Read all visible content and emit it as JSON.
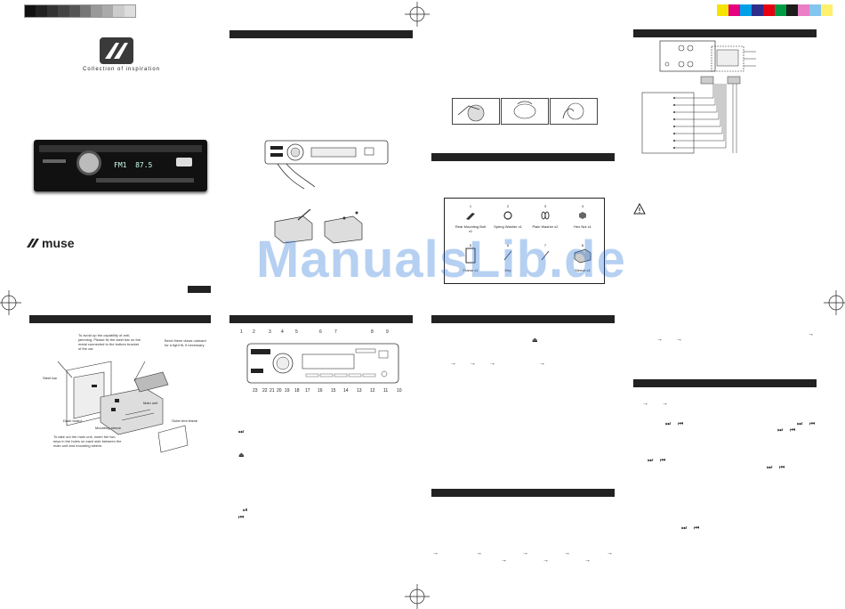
{
  "brand": {
    "tagline": "Collection of inspiration",
    "wordmark": "muse"
  },
  "radio_display": {
    "text": "FM1  87.5"
  },
  "watermark": "ManualsLib.de",
  "accessories": {
    "items": [
      {
        "num": "1",
        "label": "Rear Mounting Bolt x1"
      },
      {
        "num": "2",
        "label": "Spring Washer x1"
      },
      {
        "num": "3",
        "label": "Plain Washer x2"
      },
      {
        "num": "4",
        "label": "Hex Nut x1"
      },
      {
        "num": "5",
        "label": "Frame x1"
      },
      {
        "num": "6",
        "label": "Key"
      },
      {
        "num": "7",
        "label": ""
      },
      {
        "num": "8",
        "label": "Sleeve x1"
      }
    ]
  },
  "install_diagram": {
    "note_top": "To avoid up the capability of anti-jamming, Please fix the steel bar on the metal connected to the bottom bracket of the car.",
    "note_right": "Bend these claws outward for a tight fit, if necessary.",
    "steel_bar": "Steel bar",
    "main_unit": "Main unit",
    "dashboard": "Dash board",
    "sleeve": "Mounting sleeve",
    "outer_frame": "Outer trim frame",
    "note_bottom": "To take out the main unit, insert the two keys in the holes on each side between the main unit and mounting sleeve."
  },
  "front_panel": {
    "top_numbers": [
      "1",
      "2",
      "3",
      "4",
      "5",
      "6",
      "7",
      "8",
      "9"
    ],
    "bottom_numbers": [
      "23",
      "22",
      "21",
      "20",
      "19",
      "18",
      "17",
      "16",
      "15",
      "14",
      "13",
      "12",
      "11",
      "10"
    ]
  },
  "colors": {
    "header_bar": "#222222",
    "watermark": "#1e6fd9",
    "swatches": [
      "#f5e400",
      "#e4007f",
      "#00a0e9",
      "#2e2d8c",
      "#e60012",
      "#009944",
      "#1d1d1b",
      "#e97ec5",
      "#82c6f0",
      "#fff06e"
    ]
  }
}
